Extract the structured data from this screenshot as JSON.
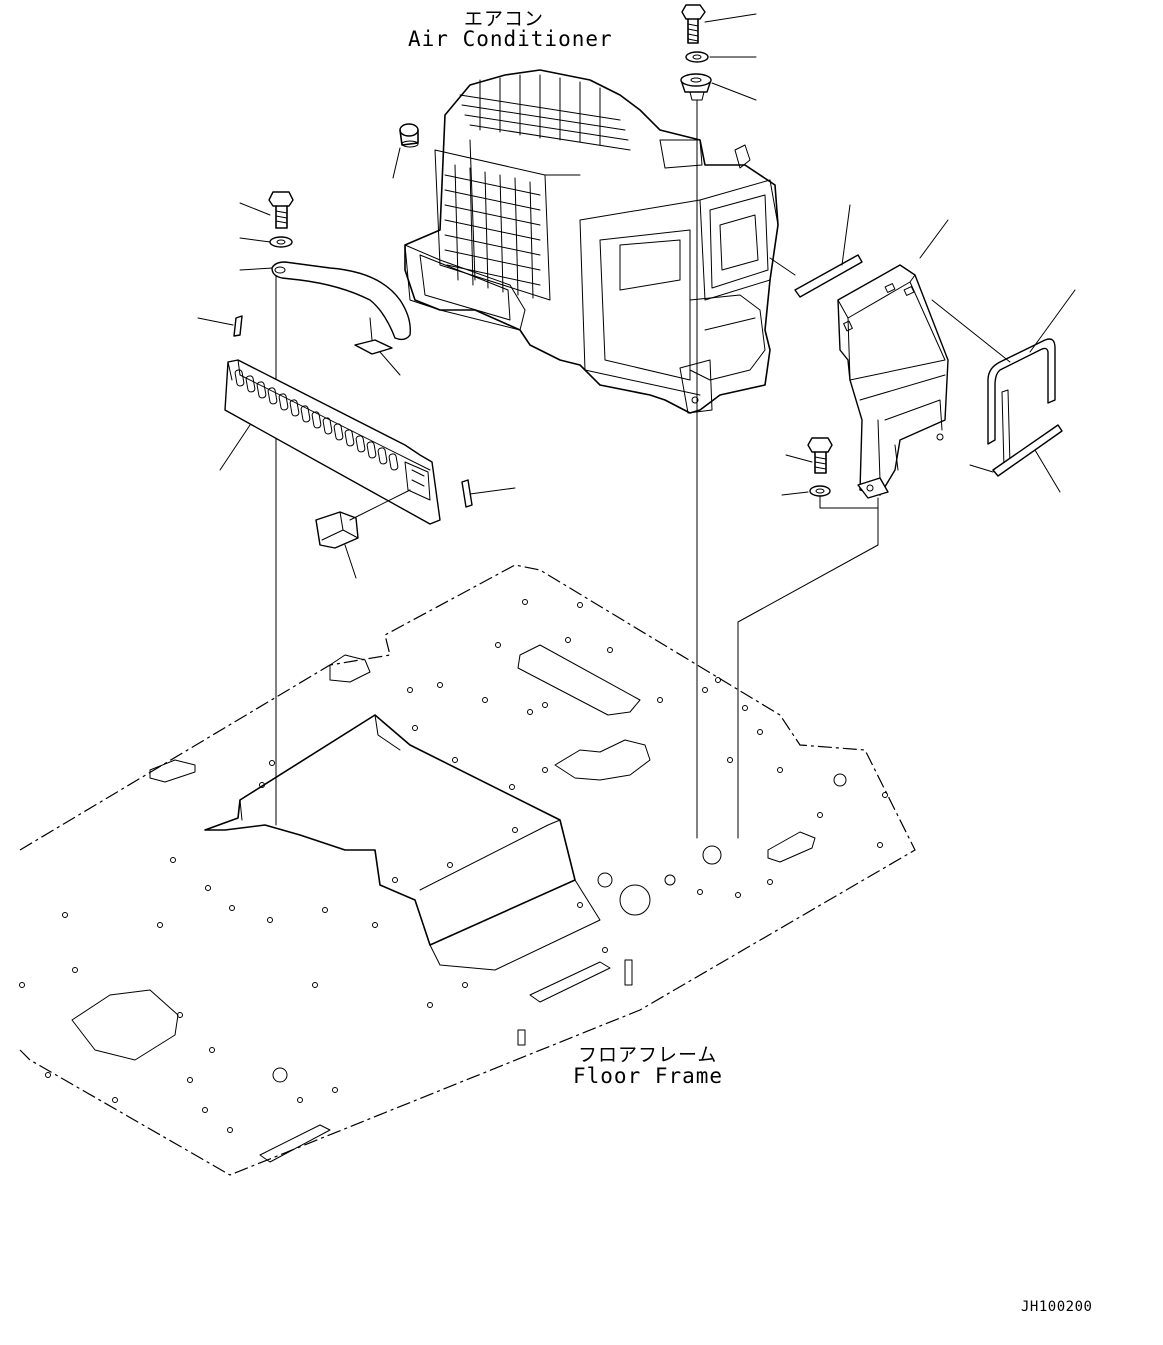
{
  "labels": {
    "air_conditioner_jp": "エアコン",
    "air_conditioner_en": "Air Conditioner",
    "floor_frame_jp": "フロアフレーム",
    "floor_frame_en": "Floor Frame",
    "drawing_code": "JH100200"
  },
  "colors": {
    "line": "#000000",
    "background": "#ffffff"
  }
}
